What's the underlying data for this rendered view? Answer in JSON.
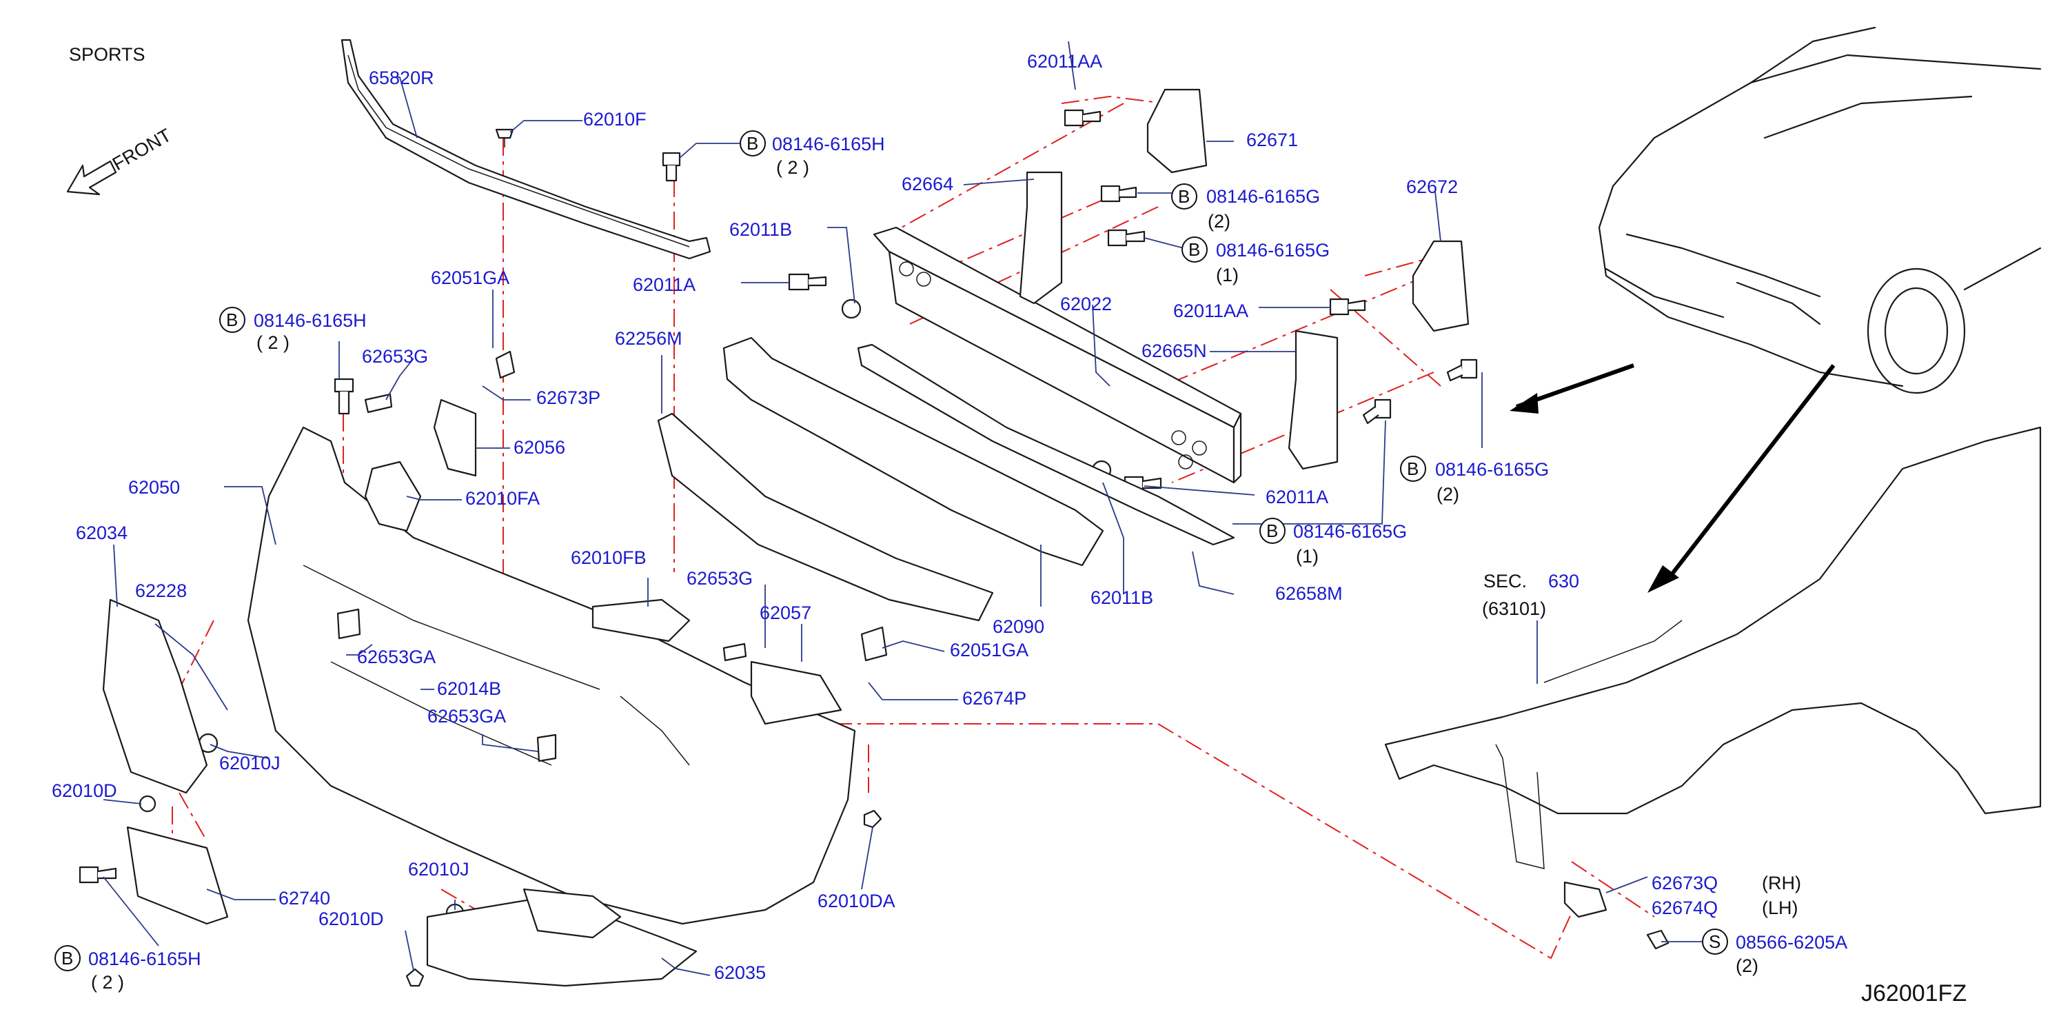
{
  "header": {
    "title": "SPORTS",
    "front": "FRONT"
  },
  "footer": {
    "code": "J62001FZ"
  },
  "section": {
    "prefix": "SEC.",
    "number": "630",
    "sub": "(63101)"
  },
  "rh": "(RH)",
  "lh": "(LH)",
  "circle_letters": {
    "b": "B",
    "s": "S"
  },
  "parts": {
    "p65820R": "65820R",
    "p62010F": "62010F",
    "p08146H_top": "08146-6165H",
    "q2_top": "( 2 )",
    "p62011B_top": "62011B",
    "p62011A": "62011A",
    "p62051GA_top": "62051GA",
    "p08146H_left": "08146-6165H",
    "q2_left": "( 2 )",
    "p62653G_left": "62653G",
    "p62673P": "62673P",
    "p62056": "62056",
    "p62050": "62050",
    "p62010FA": "62010FA",
    "p62034": "62034",
    "p62228": "62228",
    "p62653GA_a": "62653GA",
    "p62014B": "62014B",
    "p62653GA_b": "62653GA",
    "p62010J_left": "62010J",
    "p62010D_left": "62010D",
    "p62740": "62740",
    "p08146H_bottom": "08146-6165H",
    "q2_bottom": "( 2 )",
    "p62010J_bottom": "62010J",
    "p62010D_bottom": "62010D",
    "p62035": "62035",
    "p62010DA": "62010DA",
    "p62010FB": "62010FB",
    "p62653G_mid": "62653G",
    "p62057": "62057",
    "p62051GA_mid": "62051GA",
    "p62674P": "62674P",
    "p62256M": "62256M",
    "p62090": "62090",
    "p62011AA_top": "62011AA",
    "p62671": "62671",
    "p62664": "62664",
    "p08146G_a": "08146-6165G",
    "q1_a": "(2)",
    "p08146G_b": "08146-6165G",
    "q1_b": "(1)",
    "p62022": "62022",
    "p62672": "62672",
    "p62011AA_right": "62011AA",
    "p62665N": "62665N",
    "p62011A_right": "62011A",
    "p62011B_bottom": "62011B",
    "p08146G_c": "08146-6165G",
    "q1_c": "(1)",
    "p62658M": "62658M",
    "p08146G_d": "08146-6165G",
    "q2_d": "(2)",
    "p62673Q": "62673Q",
    "p62674Q": "62674Q",
    "p08566": "08566-6205A",
    "q2_s": "(2)"
  }
}
